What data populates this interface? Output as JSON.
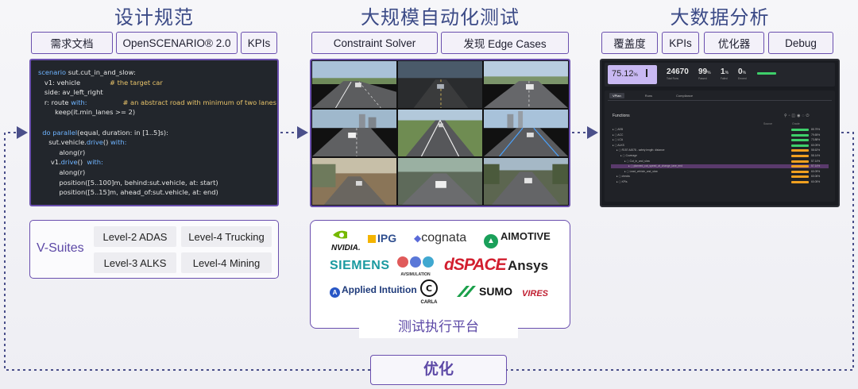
{
  "sections": {
    "design": {
      "title": "设计规范",
      "tabs": [
        "需求文档",
        "OpenSCENARIO® 2.0",
        "KPIs"
      ]
    },
    "automation": {
      "title": "大规模自动化测试",
      "tabs": [
        "Constraint Solver",
        "发现 Edge Cases"
      ]
    },
    "analytics": {
      "title": "大数据分析",
      "tabs": [
        "覆盖度",
        "KPIs",
        "优化器",
        "Debug"
      ]
    }
  },
  "code": {
    "lines": [
      {
        "indent": "",
        "kw": "scenario",
        "text": " sut.cut_in_and_slow:",
        "comment": ""
      },
      {
        "indent": "   ",
        "kw": "",
        "text": "v1: vehicle              ",
        "comment": "# the target car"
      },
      {
        "indent": "   ",
        "kw": "",
        "text": "side: av_left_right",
        "comment": ""
      },
      {
        "indent": "   ",
        "kw": "",
        "text": "r: route ",
        "kwmid": "with:",
        "text2": "                 ",
        "comment": "# an abstract road with minimum of two lanes"
      },
      {
        "indent": "        ",
        "kw": "",
        "text": "keep(it.min_lanes >= 2)",
        "comment": ""
      },
      {
        "indent": "",
        "kw": "",
        "text": "",
        "comment": ""
      },
      {
        "indent": "  ",
        "kw": "do parallel",
        "text": "(equal, duration: in [1..5]s):",
        "comment": ""
      },
      {
        "indent": "     ",
        "kw": "",
        "text": "sut.vehicle.",
        "kwmid": "drive",
        "text2": "() ",
        "kwend": "with:",
        "comment": ""
      },
      {
        "indent": "          ",
        "kw": "",
        "text": "along(r)",
        "comment": ""
      },
      {
        "indent": "      ",
        "kw": "",
        "text": "v1.",
        "kwmid": "drive",
        "text2": "()  ",
        "kwend": "with:",
        "comment": ""
      },
      {
        "indent": "          ",
        "kw": "",
        "text": "along(r)",
        "comment": ""
      },
      {
        "indent": "          ",
        "kw": "",
        "text": "position([5..100]m, behind:sut.vehicle, at: start)",
        "comment": ""
      },
      {
        "indent": "          ",
        "kw": "",
        "text": "position([5..15]m, ahead_of:sut.vehicle, at: end)",
        "comment": ""
      }
    ]
  },
  "vsuites": {
    "label": "V-Suites",
    "levels": [
      "Level-2 ADAS",
      "Level-4 Trucking",
      "Level-3 ALKS",
      "Level-4 Mining"
    ]
  },
  "platform": {
    "label": "测试执行平台",
    "logos": {
      "nvidia": "NVIDIA.",
      "ipg": "IPG",
      "cognata": "cognata",
      "aimotive": "AIMOTIVE",
      "siemens": "SIEMENS",
      "avsim": "AVSIMULATION",
      "dspace": "dSPACE",
      "ansys": "Ansys",
      "applied": "Applied Intuition",
      "carla": "CARLA",
      "sumo": "SUMO",
      "vires": "VIRES"
    }
  },
  "dashboard": {
    "coverage": "75.12",
    "coverage_unit": "%",
    "stats": [
      {
        "value": "24670",
        "unit": "",
        "caption": "Total Runs"
      },
      {
        "value": "99",
        "unit": "%",
        "caption": "Passed"
      },
      {
        "value": "1",
        "unit": "%",
        "caption": "Failed"
      },
      {
        "value": "0",
        "unit": "%",
        "caption": "Errored"
      }
    ],
    "tabs": [
      "VPlan",
      "Runs",
      "Compliance"
    ],
    "functions_title": "Functions",
    "col_source": "Source",
    "col_grade": "Grade",
    "rows": [
      {
        "name": "AEB",
        "grade": "85.79%",
        "green": true,
        "indent": 0
      },
      {
        "name": "ACC",
        "grade": "79.65%",
        "green": true,
        "indent": 0
      },
      {
        "name": "LCA",
        "grade": "73.88%",
        "green": true,
        "indent": 0
      },
      {
        "name": "ALKS",
        "grade": "60.09%",
        "green": true,
        "indent": 0
      },
      {
        "name": "R157 A4578 - safety length: distance",
        "grade": "58.62%",
        "green": false,
        "indent": 1
      },
      {
        "name": "Coverage",
        "grade": "58.14%",
        "green": false,
        "indent": 2
      },
      {
        "name": "Cut_in_and_slow",
        "grade": "57.14%",
        "green": false,
        "indent": 3
      },
      {
        "name": "planned_cut_speed_at_change_lane_end",
        "grade": "57.14%",
        "green": false,
        "indent": 4,
        "highlight": true
      },
      {
        "name": "Lead_vehicle_and_slow",
        "grade": "60.09%",
        "green": false,
        "indent": 3
      },
      {
        "name": "checks",
        "grade": "60.06%",
        "green": false,
        "indent": 1
      },
      {
        "name": "KPIs",
        "grade": "60.05%",
        "green": false,
        "indent": 1
      }
    ]
  },
  "optimize": {
    "label": "优化"
  },
  "colors": {
    "accent": "#6a4fae",
    "title": "#3b4a86",
    "flow_line": "#4a4f8a"
  }
}
